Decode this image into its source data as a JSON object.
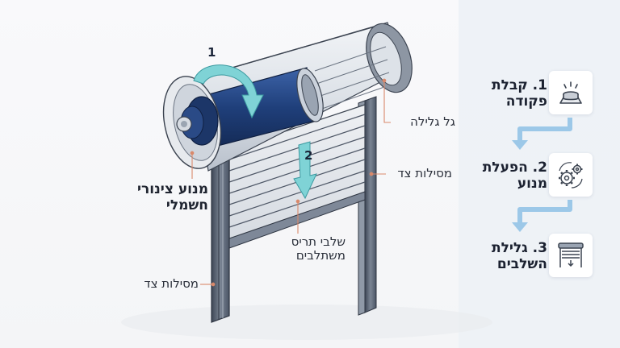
{
  "diagram": {
    "type": "electric roller shutter mechanism",
    "colors": {
      "accent_arrow": "#7fd3d6",
      "motor_blue": "#1f3f7a",
      "leader_line": "#d9896b",
      "flow_arrow": "#9cc8e8",
      "frame_dark": "#4b5566"
    },
    "labels": {
      "motor": "מנוע צינורי\nחשמלי",
      "roller": "גל גלילה",
      "side_rail_right": "מסילות צד",
      "slats": "שלבי תריס\nמשתלבים",
      "side_rail_left": "מסילות צד"
    },
    "arrows": {
      "rotation_number": "1",
      "down_number": "2"
    }
  },
  "steps": [
    {
      "text": "1. קבלת\nפקודה",
      "icon": "push-button-icon"
    },
    {
      "text": "2. הפעלת\nמנוע",
      "icon": "gears-icon"
    },
    {
      "text": "3. גלילת\nהשלבים",
      "icon": "shutter-down-icon"
    }
  ]
}
